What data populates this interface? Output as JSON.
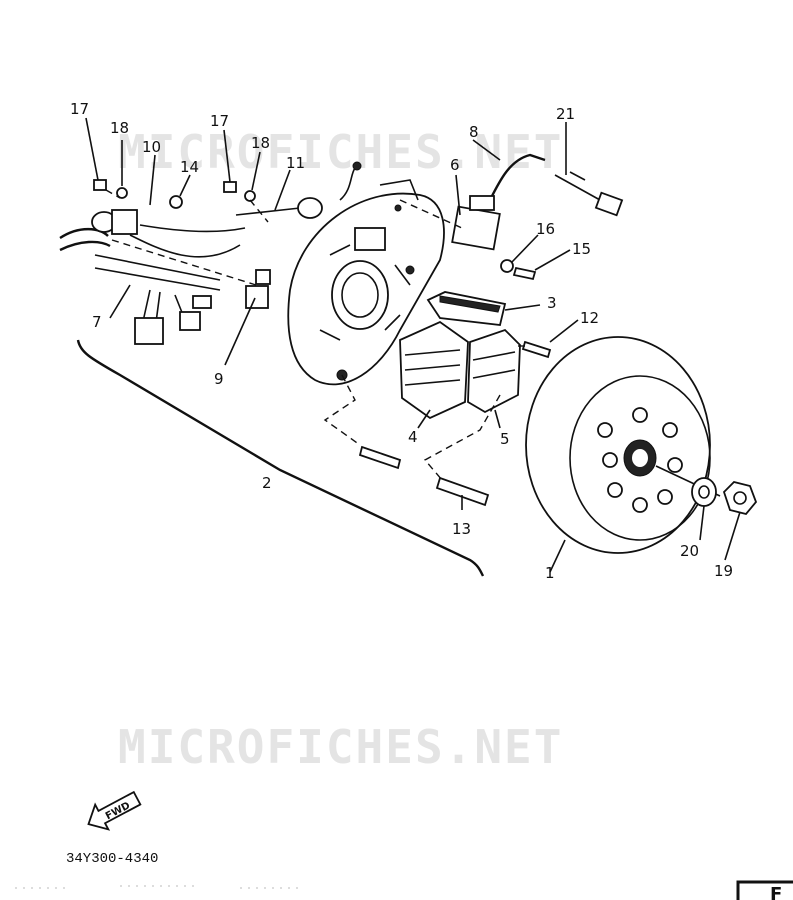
{
  "watermark": {
    "top_text": "MICROFICHES.NET",
    "bottom_text": "MICROFICHES.NET"
  },
  "callouts": [
    "1",
    "2",
    "3",
    "4",
    "5",
    "6",
    "7",
    "8",
    "9",
    "10",
    "11",
    "12",
    "13",
    "14",
    "15",
    "16",
    "17",
    "17",
    "18",
    "18",
    "19",
    "20",
    "21"
  ],
  "fwd_label": "FWD",
  "diagram_code": "34Y300-4340",
  "corner_mark": "F"
}
